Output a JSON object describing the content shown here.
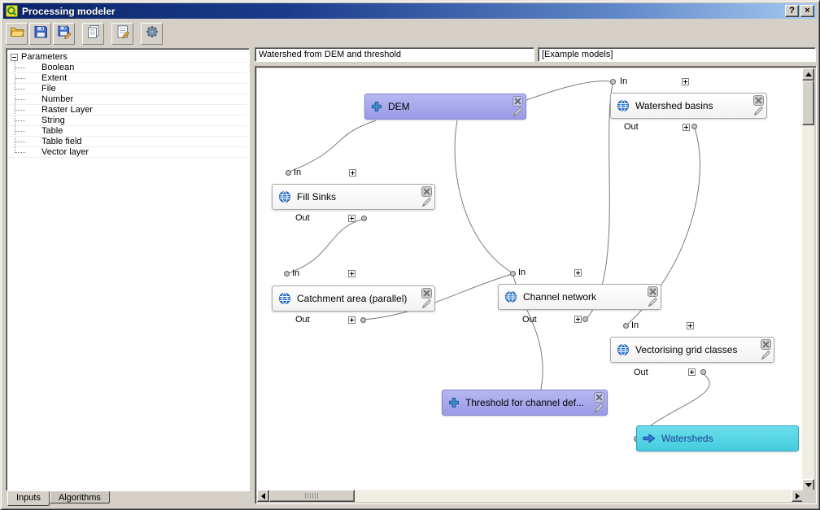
{
  "window": {
    "title": "Processing modeler",
    "buttons": {
      "help": "?",
      "close": "×"
    }
  },
  "toolbar": {
    "buttons": [
      {
        "icon": "folder-open-icon"
      },
      {
        "icon": "save-icon"
      },
      {
        "icon": "save-as-icon"
      },
      {
        "icon": "export-image-icon"
      },
      {
        "icon": "edit-help-icon"
      },
      {
        "icon": "gear-icon"
      }
    ]
  },
  "parameters_panel": {
    "root": "Parameters",
    "items": [
      "Boolean",
      "Extent",
      "File",
      "Number",
      "Raster Layer",
      "String",
      "Table",
      "Table field",
      "Vector layer"
    ],
    "tabs": [
      {
        "label": "Inputs",
        "active": true
      },
      {
        "label": "Algorithms",
        "active": false
      }
    ]
  },
  "header": {
    "model_name": "Watershed from DEM and threshold",
    "model_group": "[Example models]"
  },
  "canvas": {
    "anchor_in": "In",
    "anchor_out": "Out",
    "nodes": {
      "dem": "DEM",
      "threshold": "Threshold for channel def...",
      "fill_sinks": "Fill Sinks",
      "catchment_area": "Catchment area (parallel)",
      "channel_network": "Channel network",
      "watershed_basins": "Watershed basins",
      "vectorising_grid_classes": "Vectorising grid classes",
      "watersheds_output": "Watersheds"
    }
  },
  "colors": {
    "titlebar_left": "#0a246a",
    "titlebar_right": "#a6caf0",
    "chrome": "#d4d0c8",
    "input_node_fill": "#a2a2ea",
    "input_node_border": "#8484d0",
    "algorithm_node_fill": "#ffffff",
    "output_node_fill": "#52d4e4",
    "output_node_border": "#2fa6ba",
    "output_text": "#1c3f94",
    "edge": "#7a7a7a"
  }
}
